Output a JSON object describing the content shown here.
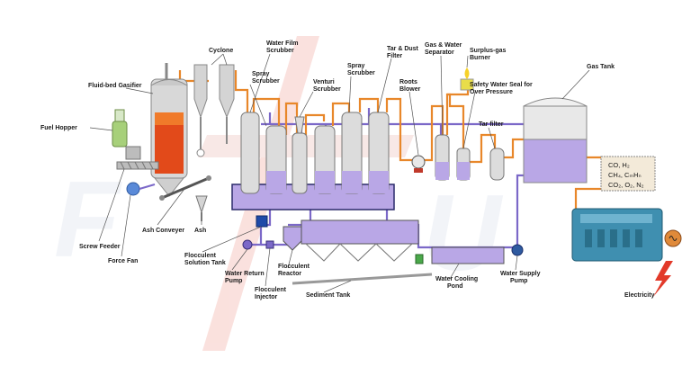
{
  "title": "",
  "colors": {
    "gas_pipe": "#e8872a",
    "water_pipe": "#7b68c8",
    "vessel": "#dcdcdc",
    "liquid": "#b9a7e6",
    "gasifier_fire": "#e24a1a",
    "engine": "#3f8fb0",
    "lightning": "#e23a2a",
    "fuel_hopper": "#a7d07a"
  },
  "labels": {
    "fluid_bed_gasifier": "Fluid-bed Gasifier",
    "cyclone": "Cyclone",
    "fuel_hopper": "Fuel Hopper",
    "water_film_scrubber_1": "Water Film",
    "water_film_scrubber_2": "Scrubber",
    "spray_scrubber_a_1": "Spray",
    "spray_scrubber_a_2": "Scrubber",
    "venturi_scrubber_1": "Venturi",
    "venturi_scrubber_2": "Scrubber",
    "spray_scrubber_b_1": "Spray",
    "spray_scrubber_b_2": "Scrubber",
    "tar_dust_filter_1": "Tar & Dust",
    "tar_dust_filter_2": "Filter",
    "gas_water_separator_1": "Gas & Water",
    "gas_water_separator_2": "Separator",
    "surplus_gas_burner_1": "Surplus-gas",
    "surplus_gas_burner_2": "Burner",
    "roots_blower_1": "Roots",
    "roots_blower_2": "Blower",
    "safety_water_seal_1": "Safety Water Seal for",
    "safety_water_seal_2": "Over Pressure",
    "tar_filter": "Tar filter",
    "gas_tank": "Gas Tank",
    "screw_feeder": "Screw Feeder",
    "force_fan": "Force Fan",
    "ash_conveyer": "Ash Conveyer",
    "ash": "Ash",
    "flocculent_solution_tank_1": "Flocculent",
    "flocculent_solution_tank_2": "Solution Tank",
    "water_return_pump_1": "Water Return",
    "water_return_pump_2": "Pump",
    "flocculent_reactor_1": "Flocculent",
    "flocculent_reactor_2": "Reactor",
    "flocculent_injector_1": "Flocculent",
    "flocculent_injector_2": "Injector",
    "sediment_tank": "Sediment Tank",
    "water_cooling_pond_1": "Water Cooling",
    "water_cooling_pond_2": "Pond",
    "water_supply_pump_1": "Water Supply",
    "water_supply_pump_2": "Pump",
    "electricity": "Electricity"
  },
  "gas_composition": {
    "line1": "CO,  H₂",
    "line2": "CH₄,  CₘHₙ",
    "line3": "CO₂,  O₂,  N₂"
  }
}
